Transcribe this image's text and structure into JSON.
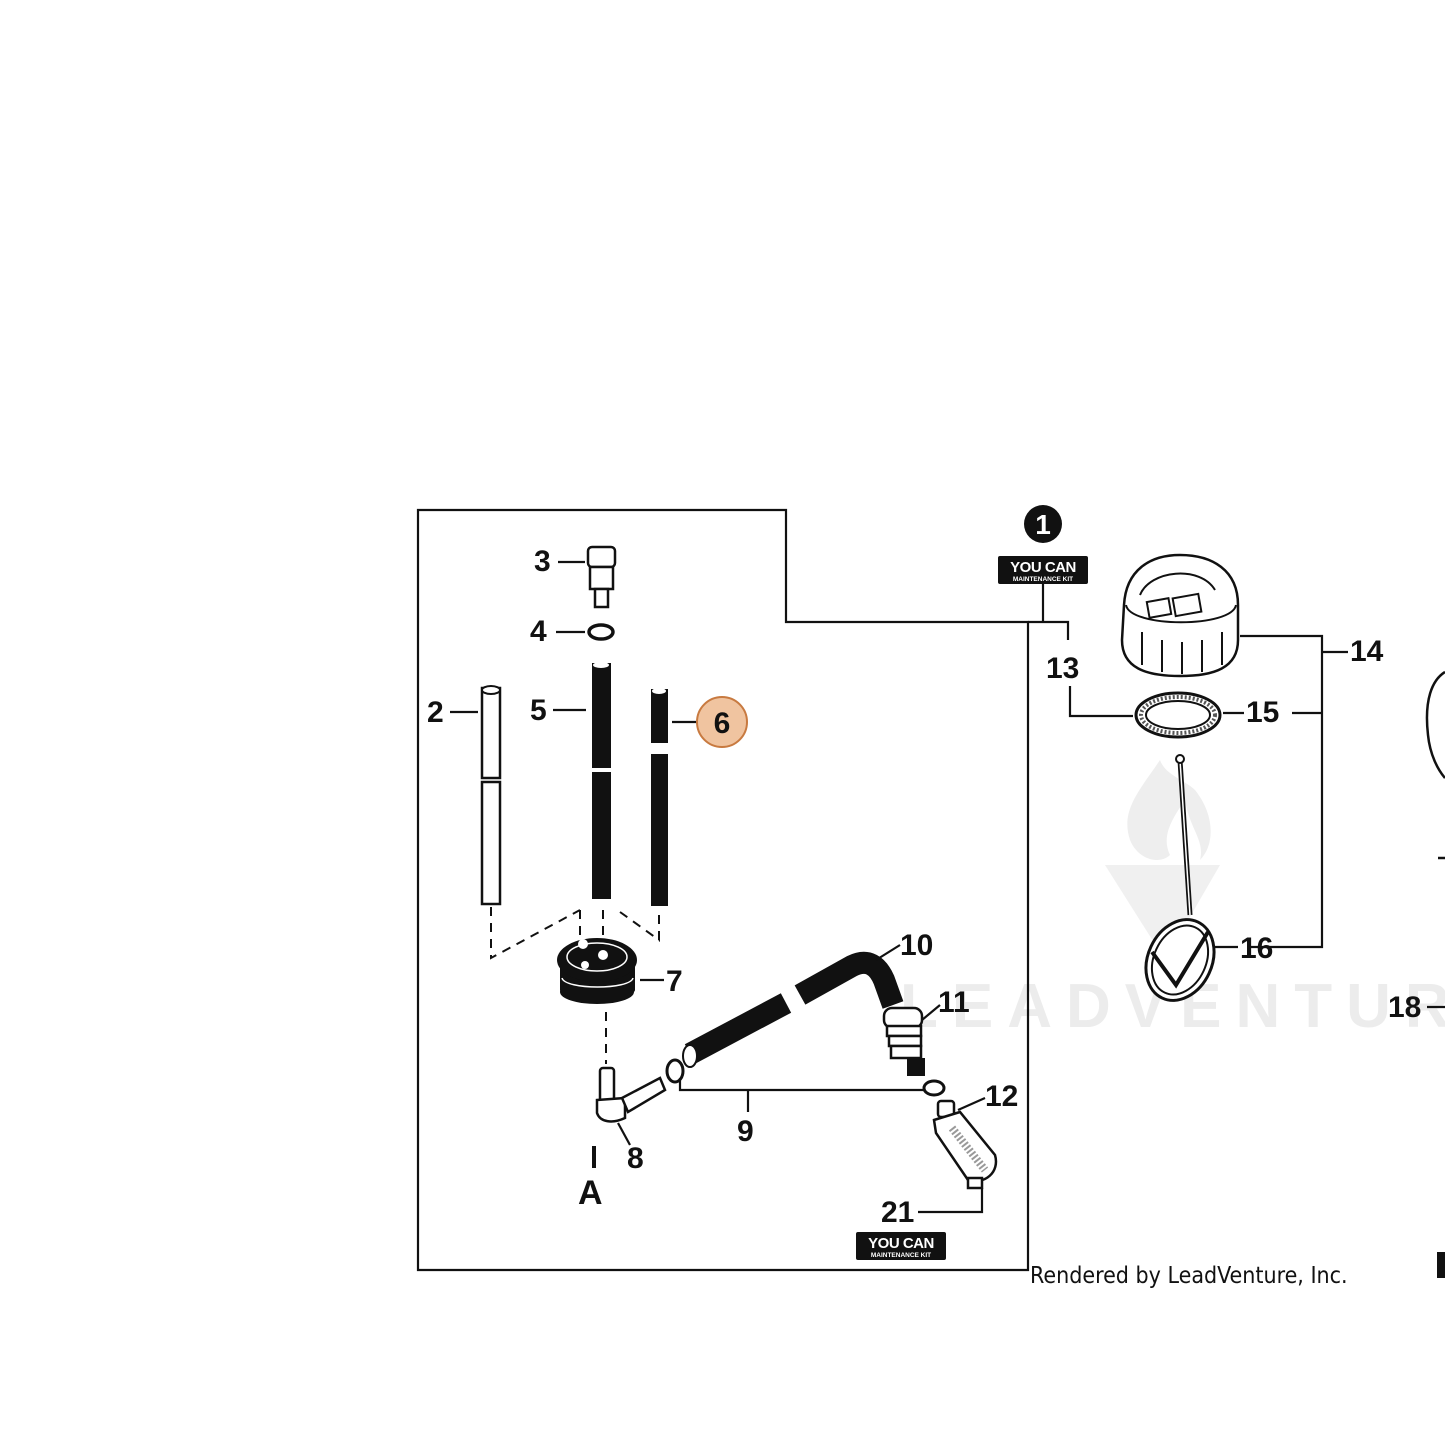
{
  "callouts": {
    "c2": "2",
    "c3": "3",
    "c4": "4",
    "c5": "5",
    "c6": "6",
    "c7": "7",
    "c8": "8",
    "c9": "9",
    "c10": "10",
    "c11": "11",
    "c12": "12",
    "c13": "13",
    "c14": "14",
    "c15": "15",
    "c16": "16",
    "c18": "18",
    "c21": "21",
    "ref_a": "A"
  },
  "highlight_color": "#f0c4a0",
  "highlight_stroke": "#c87a40",
  "badge": {
    "number": "1"
  },
  "kit_logo": {
    "top": "YOU CAN",
    "bottom": "MAINTENANCE KIT"
  },
  "watermark": "LEADVENTURE",
  "credit": "Rendered by LeadVenture, Inc."
}
